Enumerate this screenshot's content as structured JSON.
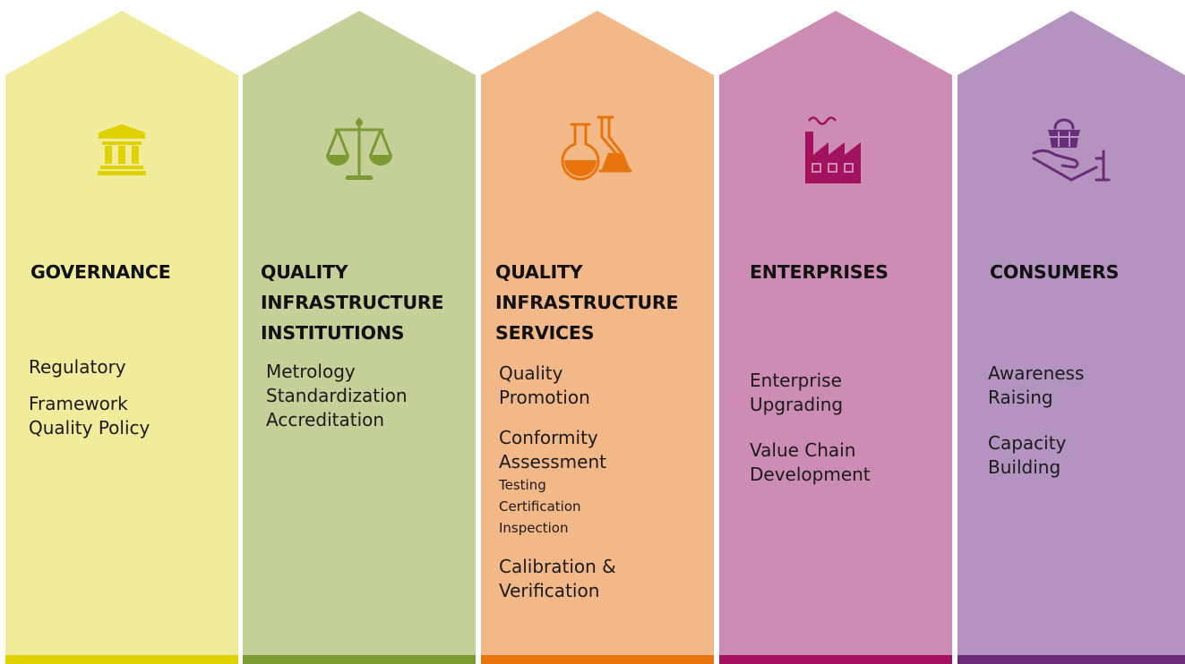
{
  "pillars": [
    {
      "title": "GOVERNANCE",
      "icon": "courthouse-icon",
      "colors": {
        "fill": "#f1eb9c",
        "band": "#dfd200",
        "icon": "#dfd200"
      },
      "items": [
        "Regulatory",
        "Framework",
        "Quality Policy"
      ]
    },
    {
      "title": "QUALITY INFRASTRUCTURE INSTITUTIONS",
      "icon": "scales-icon",
      "colors": {
        "fill": "#c5cf98",
        "band": "#7c9a32",
        "icon": "#7c9a32"
      },
      "items": [
        "Metrology",
        "Standardization",
        "Accreditation"
      ]
    },
    {
      "title": "QUALITY INFRASTRUCTURE SERVICES",
      "icon": "flasks-icon",
      "colors": {
        "fill": "#f3b887",
        "band": "#e8740d",
        "icon": "#e8740d"
      },
      "items": [
        "Quality",
        "Promotion",
        "Conformity",
        "Assessment",
        "Testing",
        "Certification",
        "Inspection",
        "Calibration &",
        "Verification"
      ]
    },
    {
      "title": "ENTERPRISES",
      "icon": "factory-icon",
      "colors": {
        "fill": "#cc8cb3",
        "band": "#a3125f",
        "icon": "#a3125f"
      },
      "items": [
        "Enterprise",
        "Upgrading",
        "Value Chain",
        "Development"
      ]
    },
    {
      "title": "CONSUMERS",
      "icon": "basket-in-hand-icon",
      "colors": {
        "fill": "#b493c0",
        "band": "#6a2c78",
        "icon": "#6a2c78"
      },
      "items": [
        "Awareness",
        "Raising",
        "Capacity",
        "Building"
      ]
    }
  ]
}
